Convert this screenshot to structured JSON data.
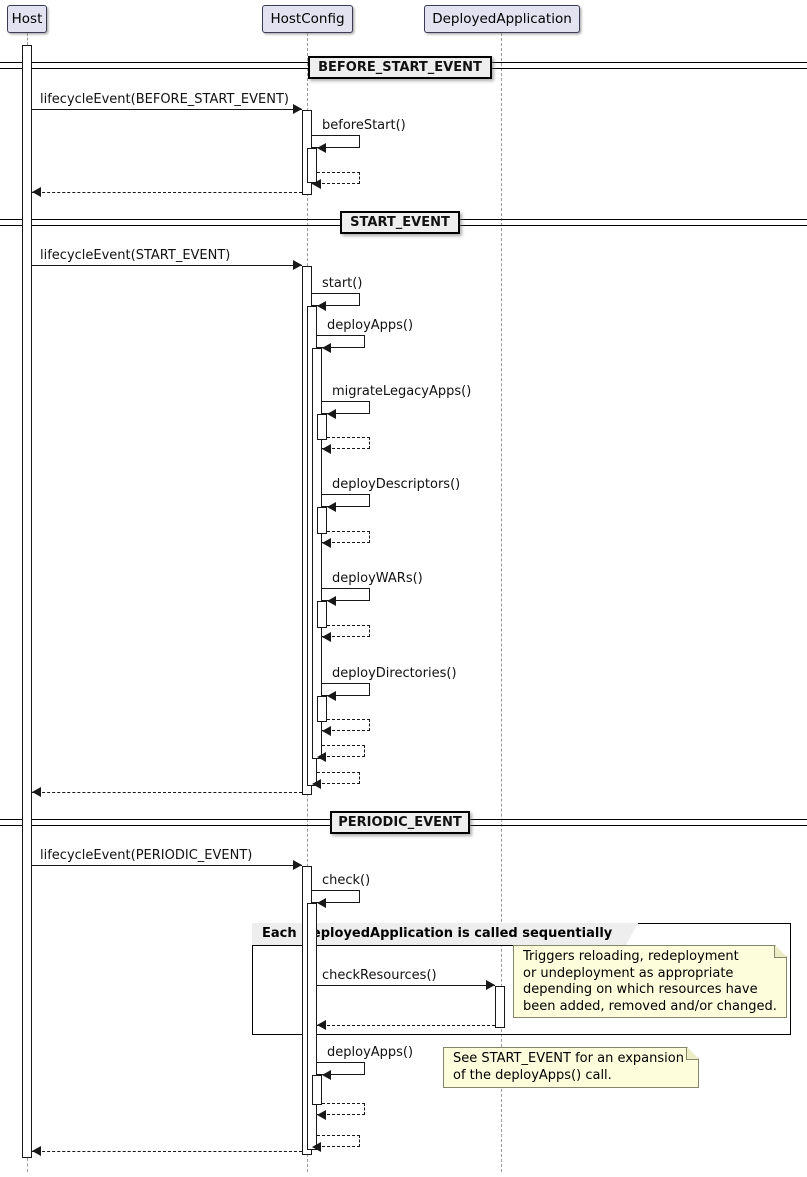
{
  "participants": [
    {
      "name": "Host"
    },
    {
      "name": "HostConfig"
    },
    {
      "name": "DeployedApplication"
    }
  ],
  "dividers": [
    {
      "label": "BEFORE_START_EVENT"
    },
    {
      "label": "START_EVENT"
    },
    {
      "label": "PERIODIC_EVENT"
    }
  ],
  "messages": {
    "lifecycle_before_start": "lifecycleEvent(BEFORE_START_EVENT)",
    "before_start": "beforeStart()",
    "lifecycle_start": "lifecycleEvent(START_EVENT)",
    "start": "start()",
    "deploy_apps": "deployApps()",
    "migrate_legacy_apps": "migrateLegacyApps()",
    "deploy_descriptors": "deployDescriptors()",
    "deploy_wars": "deployWARs()",
    "deploy_directories": "deployDirectories()",
    "lifecycle_periodic": "lifecycleEvent(PERIODIC_EVENT)",
    "check": "check()",
    "check_resources": "checkResources()",
    "deploy_apps_periodic": "deployApps()"
  },
  "frame": {
    "label": "Each DeployedApplication is called sequentially"
  },
  "notes": {
    "check_resources": "Triggers reloading, redeployment\nor undeployment as appropriate\ndepending on which resources have\nbeen added, removed and/or changed.",
    "deploy_apps": "See START_EVENT for an expansion\nof the deployApps() call."
  },
  "colors": {
    "participant_fill": "#E2E2F0",
    "participant_border": "#3B3B56",
    "divider_fill": "#EEEEEE",
    "frame_title_fill": "#EEEEEE",
    "note_fill": "#FDFDDC",
    "note_border": "#85856A",
    "line": "#181818",
    "background": "#FFFFFF"
  }
}
